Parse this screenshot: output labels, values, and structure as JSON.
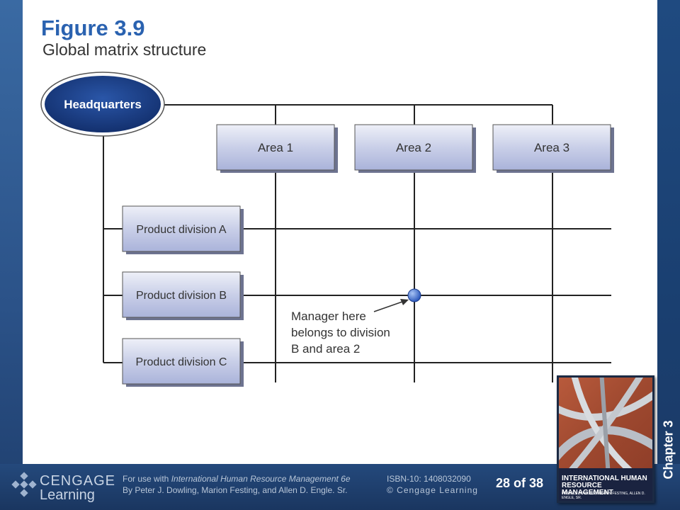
{
  "slide": {
    "title": "Figure 3.9",
    "subtitle": "Global matrix structure",
    "chapter": "Chapter 3",
    "page": "28 of 38"
  },
  "diagram": {
    "hq": "Headquarters",
    "areas": [
      "Area 1",
      "Area 2",
      "Area 3"
    ],
    "divisions": [
      "Product division A",
      "Product division B",
      "Product division C"
    ],
    "note": [
      "Manager here",
      "belongs to division",
      "B and area 2"
    ]
  },
  "footer": {
    "logo_line1": "CENGAGE",
    "logo_line2": "Learning",
    "use_line_prefix": "For use with ",
    "book_title_italic": "International Human Resource Management 6e",
    "authors": "By Peter J. Dowling, Marion Festing, and Allen D. Engle. Sr.",
    "isbn": "ISBN-10: 1408032090",
    "copyright": "© Cengage Learning"
  },
  "cover": {
    "title_line1": "INTERNATIONAL HUMAN",
    "title_line2": "RESOURCE MANAGEMENT",
    "authors": "PETER J. DOWLING, MARION FESTING, ALLEN D. ENGLE, SR."
  },
  "colors": {
    "title": "#2a62b0",
    "hq_fill": "#1e3f86",
    "box_fill": "#c9cfe8",
    "node": "#3d6fd0"
  }
}
